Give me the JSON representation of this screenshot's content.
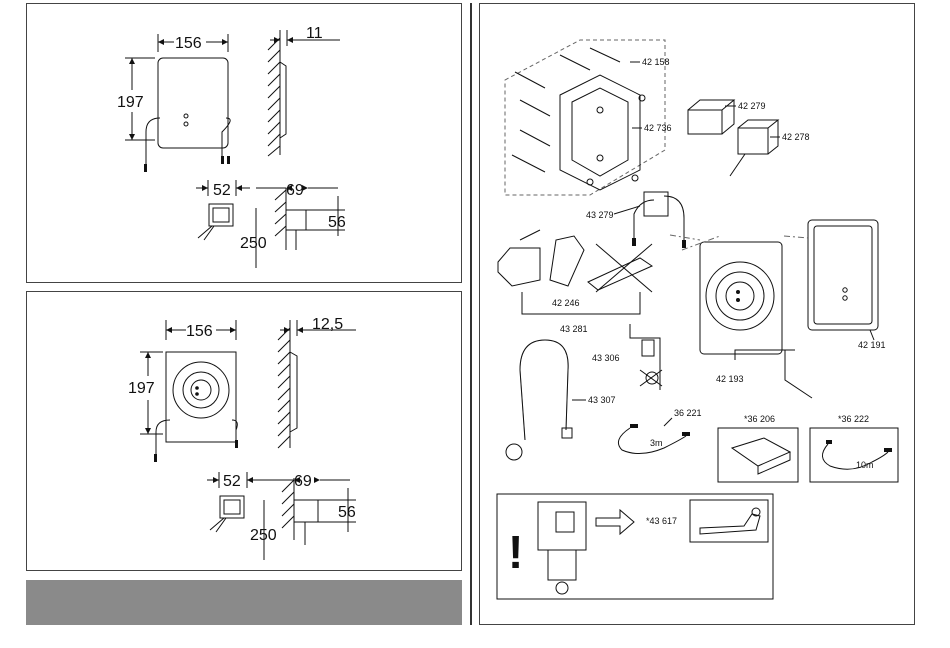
{
  "panel_top": {
    "dim_width": "156",
    "dim_height": "197",
    "dim_depth": "11",
    "dim_box_width": "52",
    "dim_box_offset": "69",
    "dim_box_height": "56",
    "dim_box_depth": "250"
  },
  "panel_bottom": {
    "dim_width": "156",
    "dim_height": "197",
    "dim_depth": "12,5",
    "dim_box_width": "52",
    "dim_box_offset": "69",
    "dim_box_height": "56",
    "dim_box_depth": "250"
  },
  "parts": {
    "p42158": "42 158",
    "p42736": "42 736",
    "p42279": "42 279",
    "p42278": "42 278",
    "p43279": "43 279",
    "p42246": "42 246",
    "p43281": "43 281",
    "p43306": "43 306",
    "p42193": "42 193",
    "p42191": "42 191",
    "p43307": "43 307",
    "p36221": "36 221",
    "cable3m": "3m",
    "p36206": "*36 206",
    "p36222": "*36 222",
    "cable10m": "10m",
    "p43617": "*43 617"
  },
  "warning_symbol": "!",
  "colors": {
    "grey_bar": "#8a8a8a",
    "ink": "#111111"
  }
}
